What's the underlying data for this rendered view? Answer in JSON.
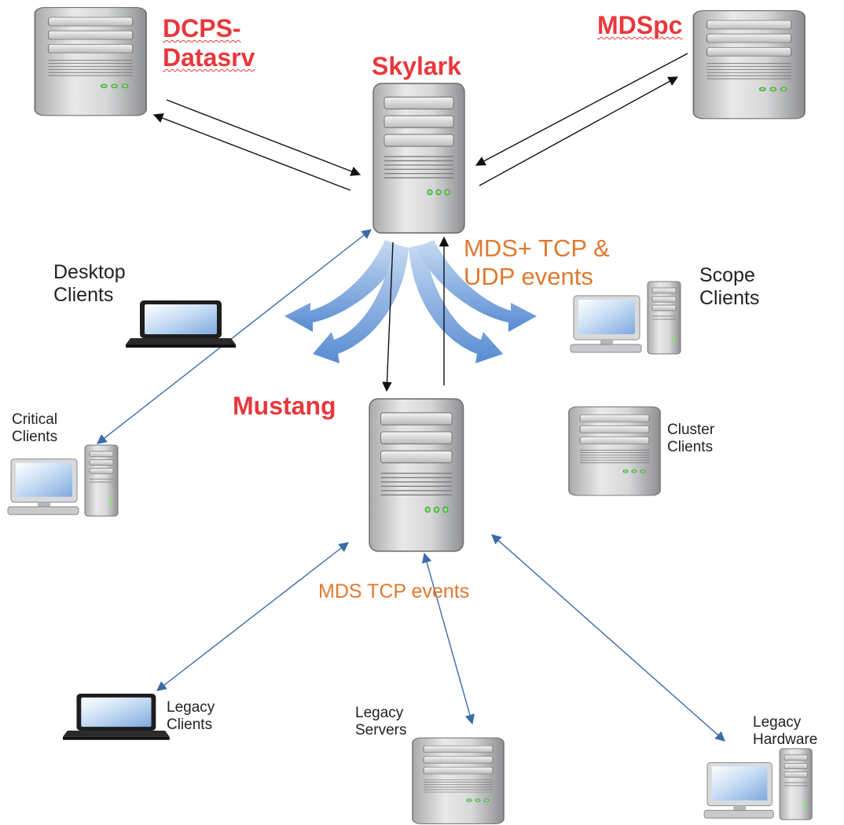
{
  "servers": {
    "dcps": {
      "label": "DCPS-\nDatasrv"
    },
    "mdspc": {
      "label": "MDSpc"
    },
    "skylark": {
      "label": "Skylark"
    },
    "mustang": {
      "label": "Mustang"
    }
  },
  "protocols": {
    "upper": "MDS+ TCP &\nUDP events",
    "lower": "MDS TCP events"
  },
  "clients": {
    "desktop": "Desktop\nClients",
    "scope": "Scope\nClients",
    "critical": "Critical\nClients",
    "cluster": "Cluster\nClients",
    "legacy_clients": "Legacy\nClients",
    "legacy_servers": "Legacy\nServers",
    "legacy_hardware": "Legacy\nHardware"
  },
  "colors": {
    "server_label": "#e8383d",
    "protocol_label": "#e07a30",
    "client_label": "#222222",
    "blue_link": "#3b6ba8",
    "black_link": "#111111",
    "broadcast_arrow": "#5b8fd6"
  }
}
